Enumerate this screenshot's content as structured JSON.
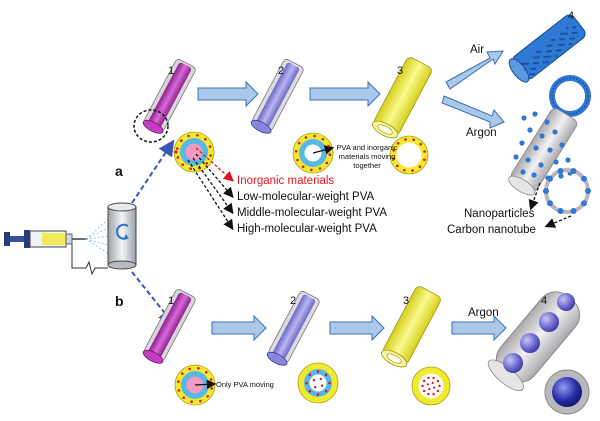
{
  "path_a": {
    "label": "a",
    "steps": [
      "1",
      "2",
      "3",
      "4"
    ]
  },
  "path_b": {
    "label": "b",
    "steps": [
      "1",
      "2",
      "3",
      "4"
    ]
  },
  "gases": {
    "air": "Air",
    "argon_top": "Argon",
    "argon_bottom": "Argon"
  },
  "legend": {
    "inorganic": "Inorganic materials",
    "low_pva": "Low-molecular-weight PVA",
    "middle_pva": "Middle-molecular-weight PVA",
    "high_pva": "High-molecular-weight PVA"
  },
  "notes": {
    "pva_inorganic_line1": "PVA and inorganic",
    "pva_inorganic_line2": "materials moving",
    "pva_inorganic_line3": "together",
    "only_pva": "Only PVA moving"
  },
  "products": {
    "nanoparticles": "Nanoparticles",
    "carbon_nanotube": "Carbon nanotube"
  },
  "colors": {
    "arrow_fill": "#a9c8ea",
    "arrow_stroke": "#3f6fb5",
    "dashed_blue": "#3a55b3",
    "inorganic_red": "#e0141e",
    "fiber_pink": "#c53cc2",
    "fiber_blue": "#8a86d8",
    "fiber_yellow": "#f1ee52",
    "ring_cyan": "#55b9e8",
    "nano_blue": "#1f63c9"
  }
}
